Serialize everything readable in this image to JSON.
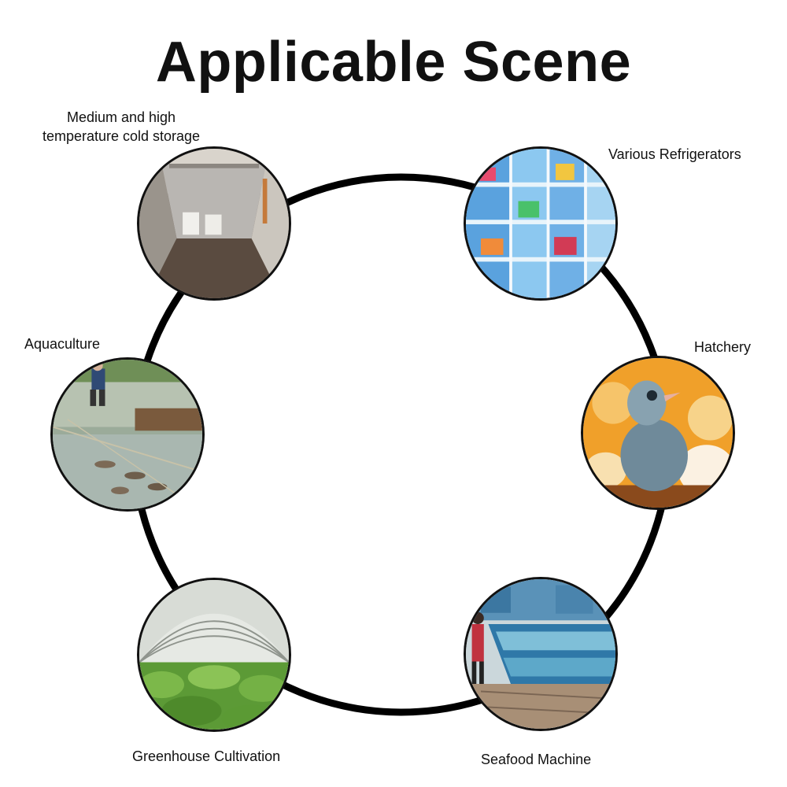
{
  "title": "Applicable Scene",
  "colors": {
    "ring": "#000000",
    "text": "#111111"
  },
  "scenes": [
    {
      "id": "cold-storage",
      "label": "Medium and high temperature cold storage",
      "label_lines": [
        "Medium and high",
        "temperature cold storage"
      ],
      "icon": "cold-storage-truck-photo"
    },
    {
      "id": "refrigerators",
      "label": "Various Refrigerators",
      "icon": "supermarket-refrigerator-photo"
    },
    {
      "id": "aquaculture",
      "label": "Aquaculture",
      "icon": "fish-pond-net-photo"
    },
    {
      "id": "hatchery",
      "label": "Hatchery",
      "icon": "chick-and-eggs-photo"
    },
    {
      "id": "greenhouse",
      "label": "Greenhouse Cultivation",
      "icon": "greenhouse-plants-photo"
    },
    {
      "id": "seafood",
      "label": "Seafood Machine",
      "icon": "seafood-tank-photo"
    }
  ]
}
